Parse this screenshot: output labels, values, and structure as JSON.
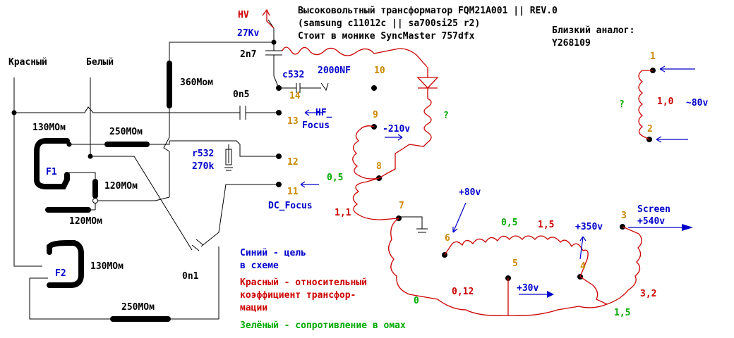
{
  "header": {
    "title": "Высоковольтный трансформатор FQM21A001 || REV.0",
    "subtitle": "(samsung c11012c || sa700si25 r2)",
    "monitor": "Стоит в монике SyncMaster 757dfx",
    "analog_label": "Близкий аналог:",
    "analog_value": "Y268109"
  },
  "hv": {
    "label": "HV",
    "voltage": "27Kv"
  },
  "wires": {
    "red": "Красный",
    "white": "Белый"
  },
  "components": {
    "c_2n7": "2n7",
    "c532": "c532",
    "c_2000nf": "2000NF",
    "r_360": "360Мом",
    "c_0n5": "0n5",
    "r_130_top": "130МОм",
    "r_250_top": "250МОм",
    "r532": "r532",
    "r532_val": "270k",
    "f1": "F1",
    "r_120_a": "120МОм",
    "r_120_b": "120МОм",
    "f2": "F2",
    "r_130_bot": "130МОм",
    "c_0n1": "0n1",
    "r_250_bot": "250МОм"
  },
  "pins": {
    "p1": "1",
    "p2": "2",
    "p3": "3",
    "p4": "4",
    "p5": "5",
    "p6": "6",
    "p7": "7",
    "p8": "8",
    "p9": "9",
    "p10": "10",
    "p11": "11",
    "p12": "12",
    "p13": "13",
    "p14": "14"
  },
  "signals": {
    "hf_focus_1": "HF_",
    "hf_focus_2": "Focus",
    "dc_focus": "DC_Focus",
    "screen_1": "Screen",
    "screen_2": "+540v",
    "v_minus210": "-210v",
    "v_80_pin6": "+80v",
    "v_350": "+350v",
    "v_30": "+30v",
    "v_80_aux": "~80v"
  },
  "ratios": {
    "r_0_5_green": "0,5",
    "r_1_1": "1,1",
    "r_0_5_green2": "0,5",
    "r_1_5": "1,5",
    "r_0_12": "0,12",
    "r_0_green": "0",
    "r_3_2": "3,2",
    "r_1_5_green": "1,5",
    "r_1_0": "1,0",
    "q1": "?",
    "q2": "?"
  },
  "legend": {
    "blue_1": "Синий - цель",
    "blue_2": "в схеме",
    "red_1": "Красный - относительный",
    "red_2": "коэффициент трансфор-",
    "red_3": "мации",
    "green": "Зелёный - сопротивление в омах"
  },
  "colors": {
    "red": "#cc0000",
    "blue": "#0000cc",
    "green": "#00aa00",
    "orange": "#cc8800",
    "black": "#000000"
  }
}
